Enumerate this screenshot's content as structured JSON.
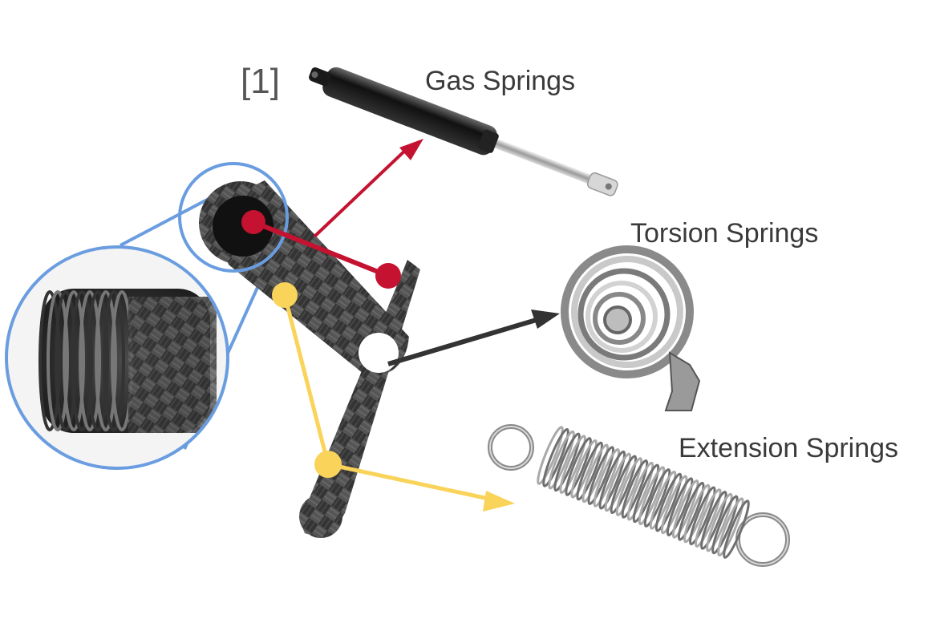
{
  "labels": {
    "reference": "[1]",
    "gas": "Gas Springs",
    "torsion": "Torsion Springs",
    "extension": "Extension Springs"
  },
  "colors": {
    "gas_arrow": "#c41230",
    "torsion_arrow": "#333333",
    "extension_arrow": "#f9d35a",
    "zoom_circle": "#6a9de0",
    "carbon_dark": "#2c2c2c",
    "carbon_light": "#5a5a5a"
  }
}
